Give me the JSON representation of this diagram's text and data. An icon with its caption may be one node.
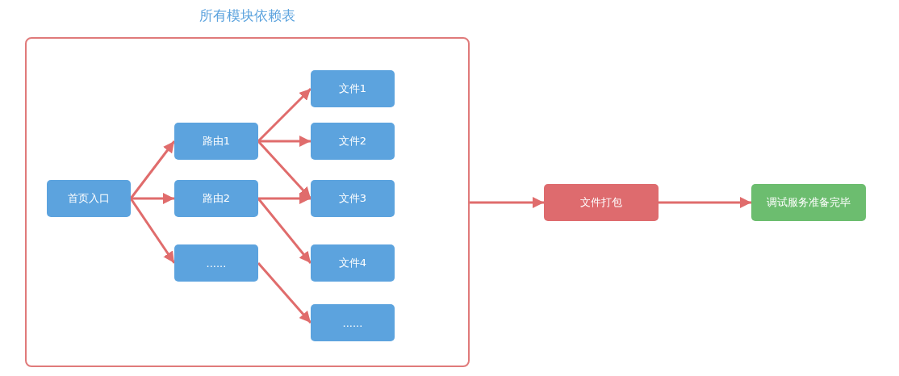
{
  "diagram": {
    "nodes": [
      {
        "text": [
          "所有模块依赖表"
        ]
      },
      {
        "text": [
          "首页入口"
        ],
        "in": 0
      },
      {
        "text": [
          "路由1"
        ],
        "in": 0
      },
      {
        "text": [
          "路由2"
        ],
        "in": 0
      },
      {
        "text": [
          "......"
        ],
        "in": 0
      },
      {
        "text": [
          "文件1"
        ],
        "in": 0
      },
      {
        "text": [
          "文件2"
        ],
        "in": 0
      },
      {
        "text": [
          "文件3"
        ],
        "in": 0
      },
      {
        "text": [
          "文件4"
        ],
        "in": 0
      },
      {
        "text": [
          "......"
        ],
        "in": 0
      },
      {
        "text": [
          "文件打包"
        ]
      },
      {
        "text": [
          "调试服务准备完毕"
        ]
      }
    ],
    "edges": [
      {
        "from": 1,
        "to": 2,
        "arrow": "to"
      },
      {
        "from": 1,
        "to": 3,
        "arrow": "to"
      },
      {
        "from": 1,
        "to": 4,
        "arrow": "to"
      },
      {
        "from": 2,
        "to": 5,
        "arrow": "to"
      },
      {
        "from": 2,
        "to": 6,
        "arrow": "to"
      },
      {
        "from": 2,
        "to": 7,
        "arrow": "to"
      },
      {
        "from": 3,
        "to": 7,
        "arrow": "to"
      },
      {
        "from": 3,
        "to": 8,
        "arrow": "to"
      },
      {
        "from": 4,
        "to": 9,
        "arrow": "to"
      },
      {
        "from": 0,
        "to": 10,
        "arrow": "to"
      },
      {
        "from": 10,
        "to": 11,
        "arrow": "to"
      }
    ]
  }
}
